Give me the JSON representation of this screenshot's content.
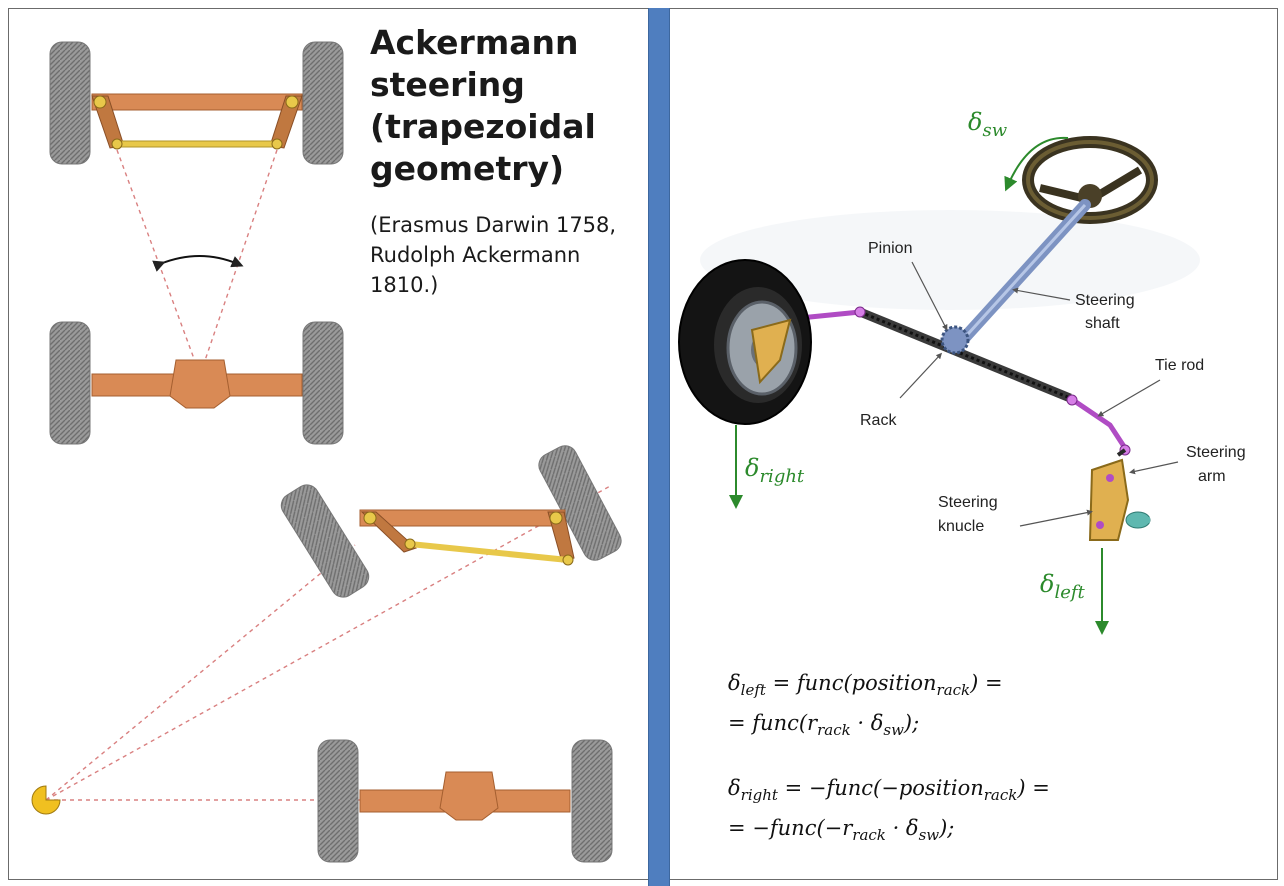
{
  "title": {
    "line1": "Ackermann",
    "line2": "steering",
    "line3": "(trapezoidal",
    "line4": "geometry)"
  },
  "subtitle": {
    "line1": "(Erasmus Darwin 1758,",
    "line2": "Rudolph Ackermann",
    "line3": "1810.)"
  },
  "labels": {
    "pinion": "Pinion",
    "steering_shaft_1": "Steering",
    "steering_shaft_2": "shaft",
    "tie_rod": "Tie rod",
    "rack": "Rack",
    "steering_arm_1": "Steering",
    "steering_arm_2": "arm",
    "steering_knuckle_1": "Steering",
    "steering_knuckle_2": "knucle"
  },
  "symbols": {
    "delta": "δ",
    "sw": "sw",
    "right": "right",
    "left": "left"
  },
  "equations": {
    "eq1_line1": {
      "lhs": "δ",
      "lhs_sub": "left",
      "mid": " = func(position",
      "mid_sub": "rack",
      "end": ") ="
    },
    "eq1_line2": {
      "start": "= func(r",
      "sub1": "rack",
      "mid": " · δ",
      "sub2": "sw",
      "end": ");"
    },
    "eq2_line1": {
      "lhs": "δ",
      "lhs_sub": "right",
      "mid": " = −func(−position",
      "mid_sub": "rack",
      "end": ") ="
    },
    "eq2_line2": {
      "start": "= −func(−r",
      "sub1": "rack",
      "mid": " · δ",
      "sub2": "sw",
      "end": ");"
    }
  },
  "colors": {
    "divider": "#4f7ebf",
    "axle": "#d98a55",
    "tie_rod": "#e8c84a",
    "tire": "#8f8f8f",
    "delta_green": "#2c8a2c",
    "link_purple": "#b04cc4",
    "shaft_blue": "#7d93c2"
  }
}
